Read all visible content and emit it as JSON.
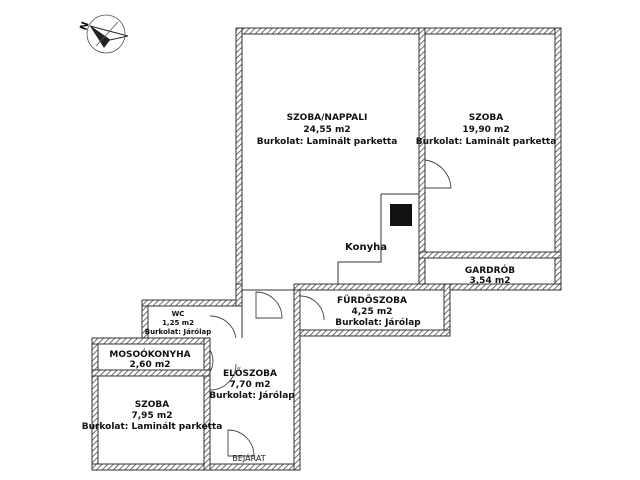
{
  "rooms": [
    {
      "id": "szoba-nappali",
      "name": "SZOBA/NAPPALI",
      "area": "24,55 m2",
      "floor": "Burkolat: Laminált parketta"
    },
    {
      "id": "szoba-1",
      "name": "SZOBA",
      "area": "19,90 m2",
      "floor": "Burkolat: Laminált parketta"
    },
    {
      "id": "gardrob",
      "name": "GARDRÓB",
      "area": "3,54 m2"
    },
    {
      "id": "furdoszoba",
      "name": "FÜRDŐSZOBA",
      "area": "4,25 m2",
      "floor": "Burkolat: Járólap"
    },
    {
      "id": "wc",
      "name": "WC",
      "area": "1,25 m2",
      "floor": "Burkolat: Járólap"
    },
    {
      "id": "mosokonyha",
      "name": "MOSOÓKONYHA",
      "area": "2,60 m2"
    },
    {
      "id": "eloszoba",
      "name": "ELŐSZOBA",
      "area": "7,70 m2",
      "floor": "Burkolat: Járólap"
    },
    {
      "id": "szoba-2",
      "name": "SZOBA",
      "area": "7,95 m2",
      "floor": "Burkolat: Laminált parketta"
    }
  ],
  "labels": {
    "kitchen": "Konyha",
    "entrance": "BEJÁRAT",
    "north": "N"
  },
  "colors": {
    "wall_hatch": "#4a4a4a",
    "line": "#333333",
    "text": "#111111",
    "stove": "#111111"
  }
}
